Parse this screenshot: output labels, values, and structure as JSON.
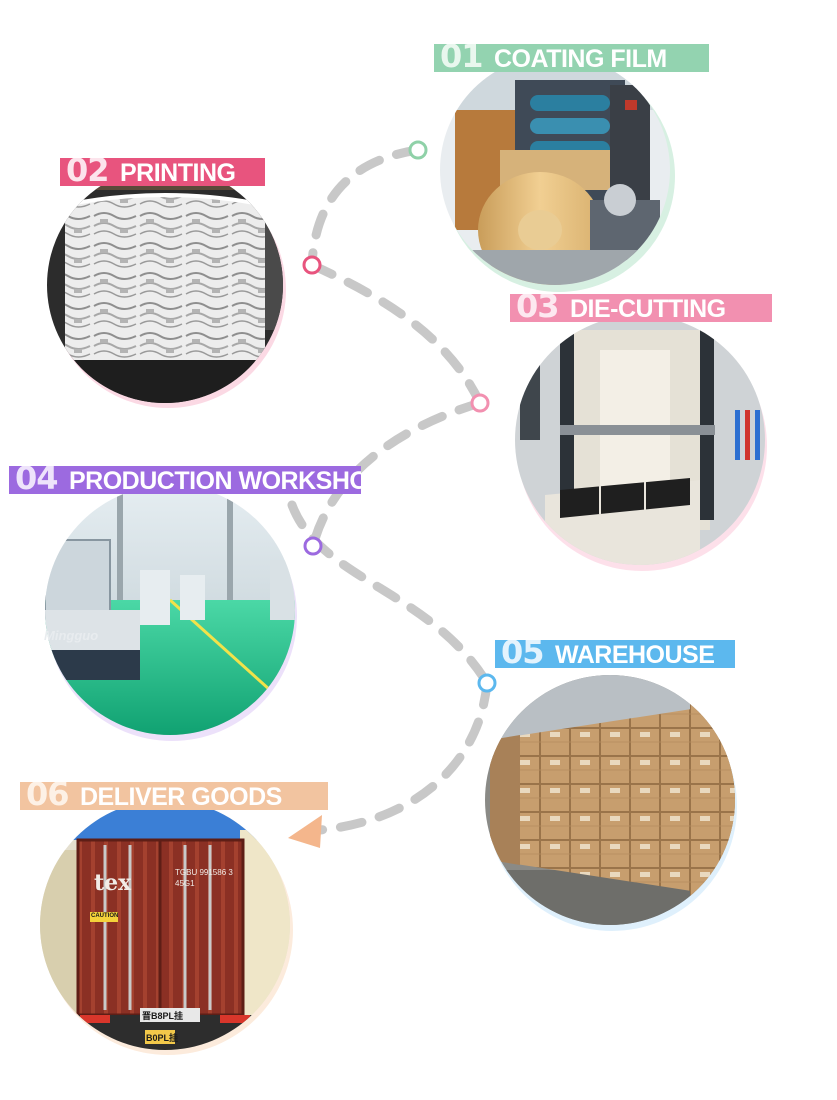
{
  "steps": [
    {
      "num": "01",
      "label": "COATING FILM",
      "color": "#93d3b0",
      "numColor": "#e9f7ee"
    },
    {
      "num": "02",
      "label": "PRINTING",
      "color": "#e8547e",
      "numColor": "#fce4ec"
    },
    {
      "num": "03",
      "label": "DIE-CUTTING",
      "color": "#f290b0",
      "numColor": "#fde8f0"
    },
    {
      "num": "04",
      "label": "PRODUCTION WORKSHOP",
      "color": "#9c6ae0",
      "numColor": "#eee3fb"
    },
    {
      "num": "05",
      "label": "WAREHOUSE",
      "color": "#5cb8ee",
      "numColor": "#e3f3fd"
    },
    {
      "num": "06",
      "label": "DELIVER GOODS",
      "color": "#f2c4a0",
      "numColor": "#fdf1e6"
    }
  ],
  "photo_text": {
    "machine_brand": "Mingguo",
    "container_brand": "tex",
    "container_code": "TGBU 991586 3",
    "container_type": "45G1",
    "caution": "CAUTION",
    "plate_top": "晋B8PL挂",
    "plate_bottom": "B0PL挂"
  }
}
